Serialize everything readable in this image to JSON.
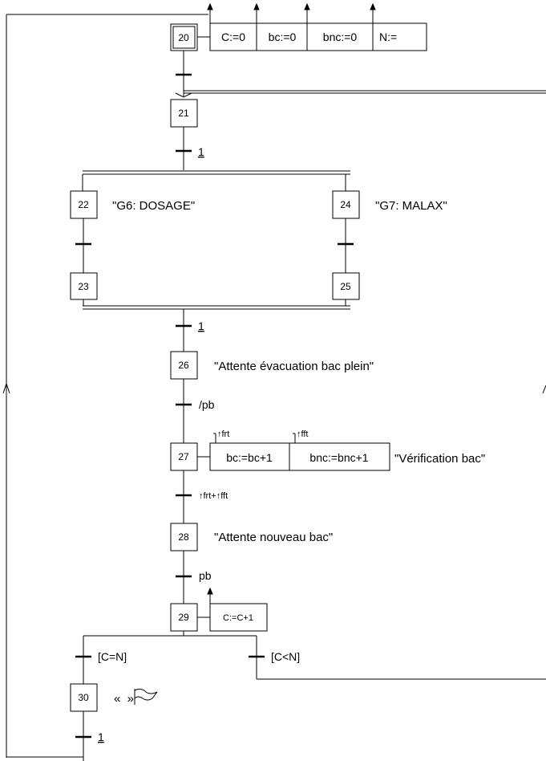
{
  "steps": {
    "s20": "20",
    "s21": "21",
    "s22": "22",
    "s23": "23",
    "s24": "24",
    "s25": "25",
    "s26": "26",
    "s27": "27",
    "s28": "28",
    "s29": "29",
    "s30": "30"
  },
  "actions": {
    "a20": [
      "C:=0",
      "bc:=0",
      "bnc:=0",
      "N:="
    ],
    "a27": [
      "bc:=bc+1",
      "bnc:=bnc+1"
    ],
    "a27_events": [
      "↑frt",
      "↑fft"
    ],
    "a29": "C:=C+1"
  },
  "comments": {
    "c22": "\"G6: DOSAGE\"",
    "c24": "\"G7: MALAX\"",
    "c26": "\"Attente évacuation bac plein\"",
    "c27": "\"Vérification bac\"",
    "c28": "\"Attente nouveau bac\"",
    "c30": "«  »"
  },
  "conditions": {
    "t21": "1",
    "t_join": "1",
    "t26": "/pb",
    "t27": "↑frt+↑fft",
    "t28": "pb",
    "t29_left": "[C=N]",
    "t29_right": "[C<N]",
    "t30": "1"
  }
}
